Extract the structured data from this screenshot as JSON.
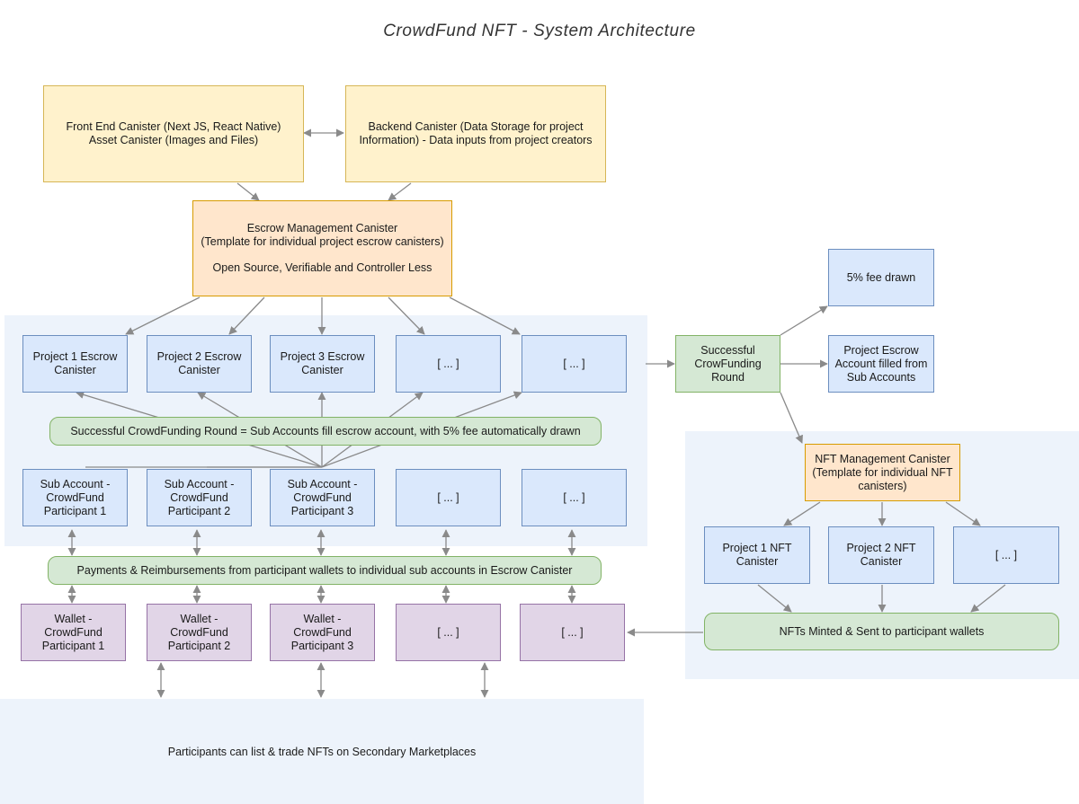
{
  "title": "CrowdFund NFT - System Architecture",
  "colors": {
    "region_bg": "#edf3fb",
    "yellow_fill": "#fff2cc",
    "orange_fill": "#ffe6cc",
    "blue_fill": "#dae8fc",
    "green_fill": "#d5e8d4",
    "purple_fill": "#e1d5e7",
    "arrow": "#8a8a8a"
  },
  "frontend": {
    "line1": "Front End Canister (Next JS, React Native)",
    "line2": "Asset Canister (Images and Files)"
  },
  "backend": {
    "line1": "Backend Canister (Data Storage for project",
    "line2": "Information) - Data inputs from project creators"
  },
  "escrow_mgmt": {
    "line1": "Escrow Management Canister",
    "line2": "(Template for individual project escrow canisters)",
    "line3": "Open Source, Verifiable and Controller Less"
  },
  "escrow_canisters": [
    {
      "line1": "Project 1 Escrow",
      "line2": "Canister"
    },
    {
      "line1": "Project 2 Escrow",
      "line2": "Canister"
    },
    {
      "line1": "Project 3 Escrow",
      "line2": "Canister"
    },
    {
      "line1": "[ ... ]",
      "line2": ""
    },
    {
      "line1": "[ ... ]",
      "line2": ""
    }
  ],
  "success_round_bar": "Successful CrowdFunding Round = Sub Accounts fill escrow account, with 5% fee automatically drawn",
  "sub_accounts": [
    {
      "line1": "Sub Account -",
      "line2": "CrowdFund",
      "line3": "Participant 1"
    },
    {
      "line1": "Sub Account -",
      "line2": "CrowdFund",
      "line3": "Participant 2"
    },
    {
      "line1": "Sub Account -",
      "line2": "CrowdFund",
      "line3": "Participant 3"
    },
    {
      "line1": "[ ... ]",
      "line2": "",
      "line3": ""
    },
    {
      "line1": "[ ... ]",
      "line2": "",
      "line3": ""
    }
  ],
  "payments_bar": "Payments & Reimbursements from participant wallets to individual sub accounts in Escrow Canister",
  "wallets": [
    {
      "line1": "Wallet - CrowdFund",
      "line2": "Participant 1"
    },
    {
      "line1": "Wallet - CrowdFund",
      "line2": "Participant 2"
    },
    {
      "line1": "Wallet - CrowdFund",
      "line2": "Participant 3"
    },
    {
      "line1": "[ ... ]",
      "line2": ""
    },
    {
      "line1": "[ ... ]",
      "line2": ""
    }
  ],
  "secondary_market": "Participants can list & trade NFTs on Secondary Marketplaces",
  "successful_round": {
    "line1": "Successful",
    "line2": "CrowFunding",
    "line3": "Round"
  },
  "fee_drawn": "5% fee drawn",
  "project_escrow_filled": {
    "line1": "Project Escrow",
    "line2": "Account filled from",
    "line3": "Sub Accounts"
  },
  "nft_mgmt": {
    "line1": "NFT Management Canister",
    "line2": "(Template for individual NFT",
    "line3": "canisters)"
  },
  "nft_canisters": [
    {
      "line1": "Project 1 NFT",
      "line2": "Canister"
    },
    {
      "line1": "Project 2 NFT",
      "line2": "Canister"
    },
    {
      "line1": "[ ... ]",
      "line2": ""
    }
  ],
  "nfts_minted_bar": "NFTs Minted & Sent to participant wallets"
}
